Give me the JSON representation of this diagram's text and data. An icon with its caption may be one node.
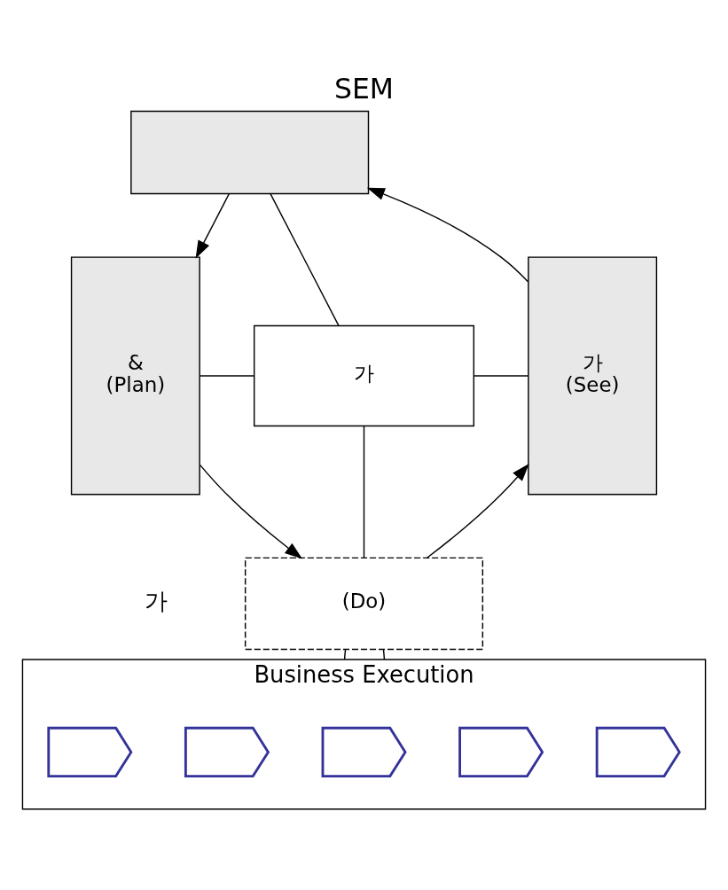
{
  "diagram": {
    "title": "SEM",
    "nodes": [
      {
        "text": [],
        "shape": "box"
      },
      {
        "text": [
          "&",
          "(Plan)"
        ]
      },
      {
        "text": [
          "가"
        ]
      },
      {
        "text": [
          "가",
          "(See)"
        ]
      },
      {
        "text": [
          "(Do)"
        ]
      },
      {
        "text": [
          "Business Execution"
        ]
      },
      {
        "text": [],
        "shape": "pentagon",
        "in": 5
      },
      {
        "text": [],
        "shape": "pentagon",
        "in": 5
      },
      {
        "text": [],
        "shape": "pentagon",
        "in": 5
      },
      {
        "text": [],
        "shape": "pentagon",
        "in": 5
      },
      {
        "text": [],
        "shape": "pentagon",
        "in": 5
      }
    ],
    "edges": [
      {
        "from": 0,
        "to": 1,
        "arrow": "to"
      },
      {
        "from": 1,
        "to": 4,
        "arrow": "to"
      },
      {
        "from": 4,
        "to": 3,
        "arrow": "to"
      },
      {
        "from": 3,
        "to": 0,
        "arrow": "to"
      },
      {
        "from": 0,
        "to": 2,
        "arrow": "none"
      },
      {
        "from": 1,
        "to": 2,
        "arrow": "none"
      },
      {
        "from": 2,
        "to": 3,
        "arrow": "none"
      },
      {
        "from": 2,
        "to": 4,
        "arrow": "none"
      },
      {
        "from": 4,
        "to": 5,
        "arrow": "none"
      },
      {
        "from": 4,
        "to": 5,
        "arrow": "none"
      }
    ],
    "labels": [
      "가"
    ]
  }
}
